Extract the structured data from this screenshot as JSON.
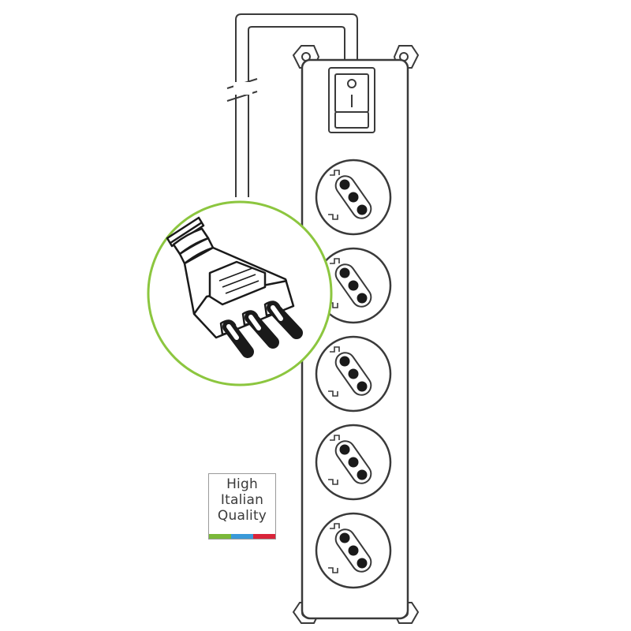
{
  "quality_badge": {
    "lines": [
      "High",
      "Italian",
      "Quality"
    ],
    "flag_colors": [
      "#7ab83a",
      "#3a9ad9",
      "#d9243a"
    ]
  },
  "colors": {
    "outline": "#3a3a3a",
    "callout_ring": "#8cc63f",
    "plug_pins": "#1a1a1a"
  },
  "icons": {
    "switch": "rocker-switch-icon",
    "socket": "schuko-italian-socket-icon",
    "plug": "italian-plug-icon"
  },
  "socket_count": 5
}
